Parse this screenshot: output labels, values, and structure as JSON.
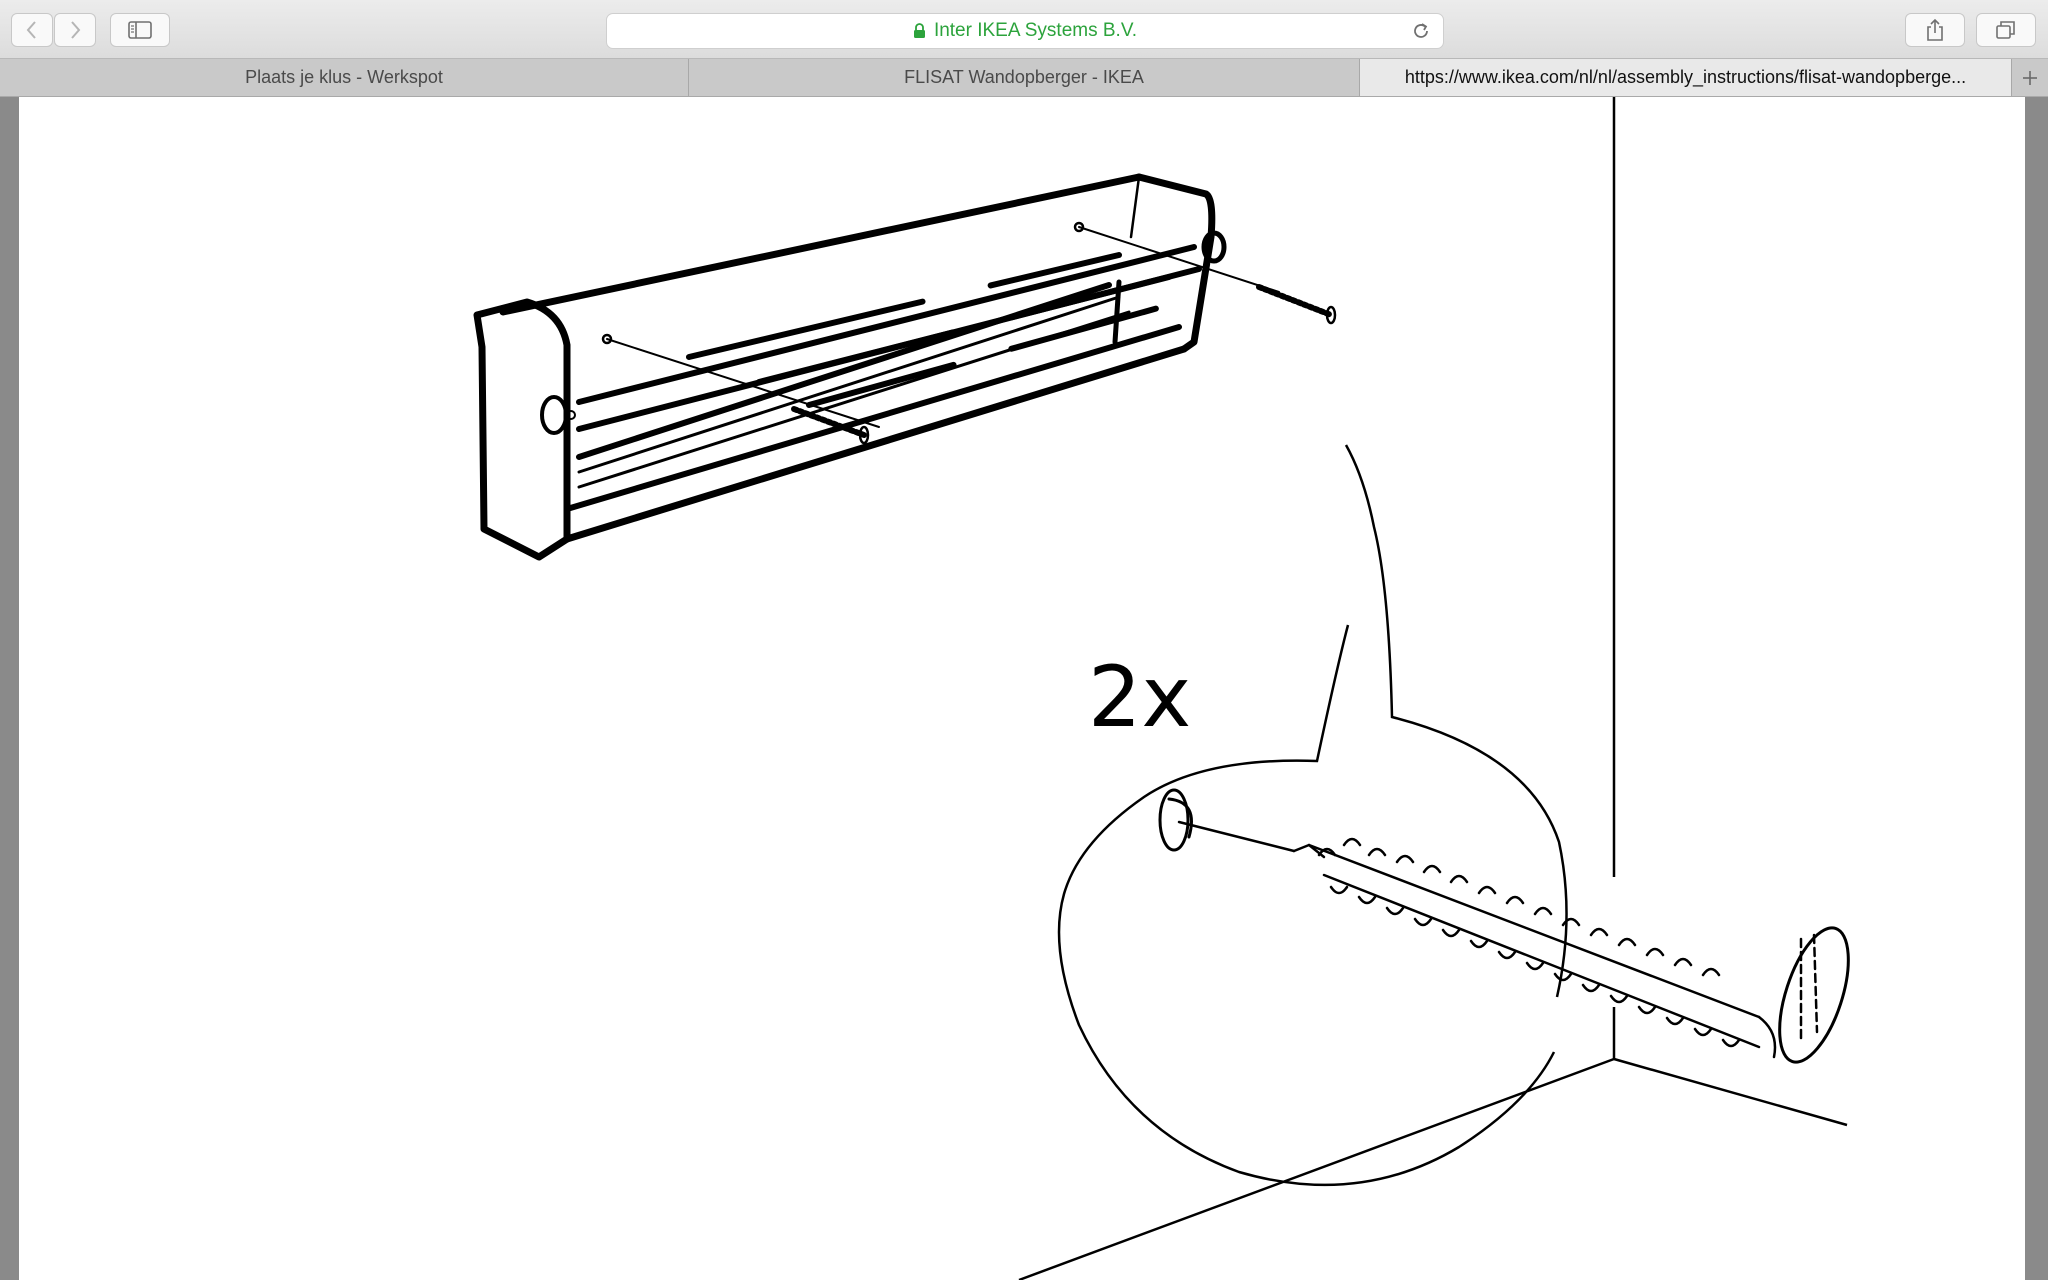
{
  "browser": {
    "address_text": "Inter IKEA Systems B.V.",
    "tabs": [
      {
        "label": "Plaats je klus - Werkspot",
        "active": false
      },
      {
        "label": "FLISAT Wandopberger - IKEA",
        "active": false
      },
      {
        "label": "https://www.ikea.com/nl/nl/assembly_instructions/flisat-wandopberge...",
        "active": true
      }
    ],
    "icons": {
      "back": "chevron-left-icon",
      "forward": "chevron-right-icon",
      "sidebar": "sidebar-icon",
      "lock": "lock-icon",
      "reload": "reload-icon",
      "share": "share-icon",
      "tabs": "tabs-overview-icon",
      "new_tab": "plus-icon"
    },
    "address_color": "#2ca33c"
  },
  "page": {
    "quantity_label": "2x"
  }
}
